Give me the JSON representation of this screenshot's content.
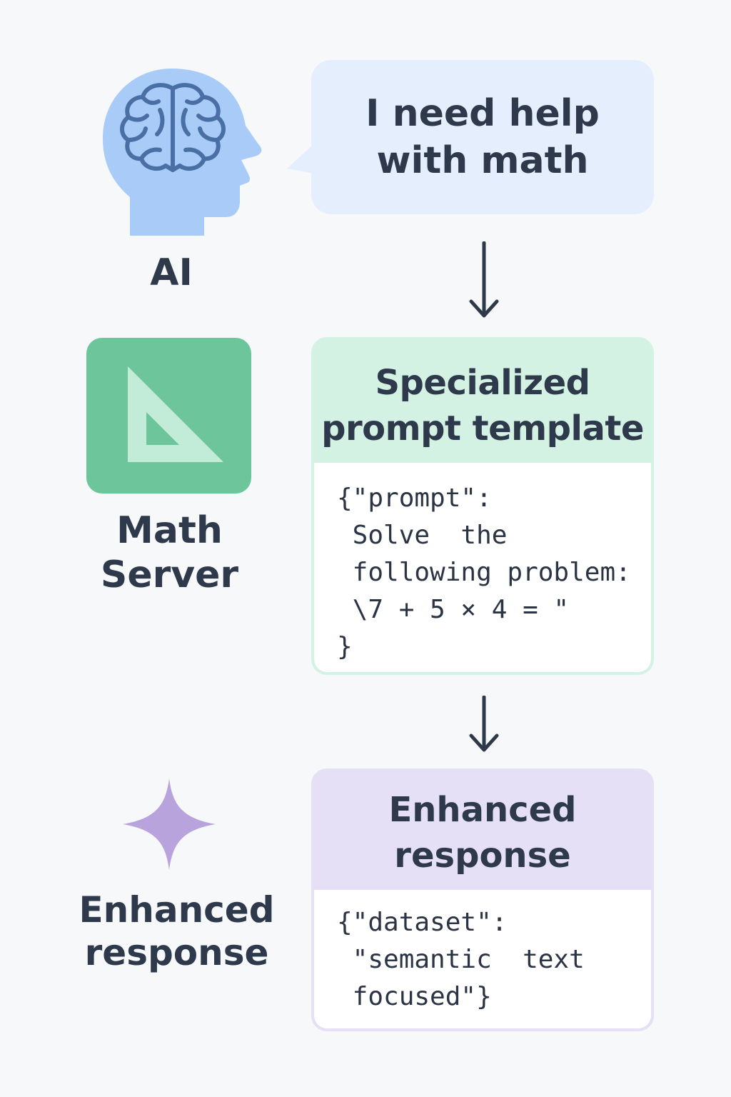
{
  "agent": {
    "label": "AI",
    "icon": "brain-head-icon"
  },
  "server": {
    "label": "Math\nServer",
    "icon": "set-square-icon"
  },
  "output": {
    "label": "Enhanced\nresponse",
    "icon": "sparkle-icon"
  },
  "request": {
    "text": "I need help\nwith math"
  },
  "template_card": {
    "title": "Specialized\nprompt template",
    "code": "{\"prompt\":\n Solve  the\n following problem:\n \\7 + 5 × 4 = \"\n}"
  },
  "response_card": {
    "title": "Enhanced\nresponse",
    "code": "{\"dataset\":\n \"semantic  text\n focused\"}"
  },
  "colors": {
    "text": "#2e3a4c",
    "head": "#a9cbf7",
    "brain": "#4a6fa5",
    "bubble": "#e5eefc",
    "green": "#6dc59b",
    "green_light": "#d3f2e3",
    "purple": "#b9a3dc",
    "purple_light": "#e6e0f7"
  }
}
